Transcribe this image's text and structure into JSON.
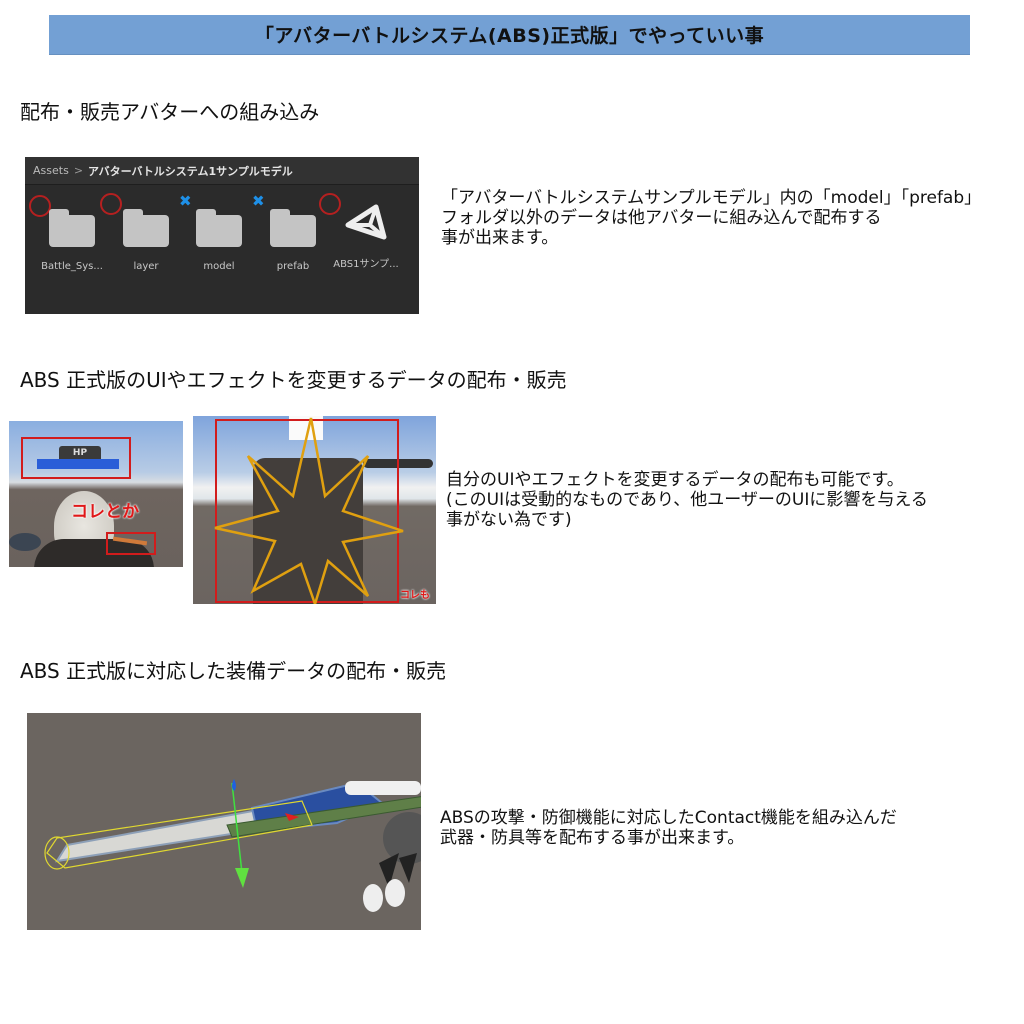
{
  "banner": {
    "title": "「アバターバトルシステム(ABS)正式版」でやっていい事"
  },
  "sections": [
    {
      "heading": "配布・販売アバターへの組み込み",
      "description": "「アバターバトルシステムサンプルモデル」内の「model」「prefab」\nフォルダ以外のデータは他アバターに組み込んで配布する\n事が出来ます。",
      "project_panel": {
        "breadcrumb_root": "Assets",
        "breadcrumb_separator": ">",
        "breadcrumb_current": "アバターバトルシステム1サンプルモデル",
        "assets": [
          {
            "label": "Battle_Sys...",
            "type": "folder",
            "mark": "circle"
          },
          {
            "label": "layer",
            "type": "folder",
            "mark": "circle"
          },
          {
            "label": "model",
            "type": "folder",
            "mark": "cross"
          },
          {
            "label": "prefab",
            "type": "folder",
            "mark": "cross"
          },
          {
            "label": "ABS1サンプ...",
            "type": "unity-scene",
            "mark": "circle"
          }
        ],
        "mark_colors": {
          "circle": "#b52020",
          "cross": "#1e90e8"
        }
      }
    },
    {
      "heading": "ABS 正式版のUIやエフェクトを変更するデータの配布・販売",
      "description": "自分のUIやエフェクトを変更するデータの配布も可能です。\n(このUIは受動的なものであり、他ユーザーのUIに影響を与える\n事がない為です)",
      "scene_left": {
        "hp_label": "HP",
        "annotation": "コレとか"
      },
      "scene_right": {
        "annotation": "コレも"
      }
    },
    {
      "heading": "ABS 正式版に対応した装備データの配布・販売",
      "description": "ABSの攻撃・防御機能に対応したContact機能を組み込んだ\n武器・防具等を配布する事が出来ます。"
    }
  ],
  "colors": {
    "banner_bg": "#73a0d4",
    "annotation_red": "#e01818",
    "effect_gold": "#e0a010"
  }
}
